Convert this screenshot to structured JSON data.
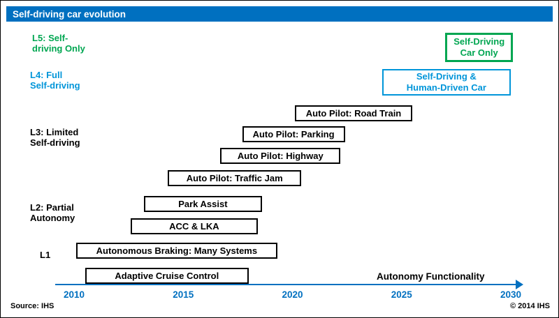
{
  "title": "Self-driving car evolution",
  "footer": {
    "source": "Source: IHS",
    "copyright": "© 2014 IHS"
  },
  "colors": {
    "title_bg": "#0070C0",
    "title_text": "#FFFFFF",
    "accent_blue": "#0095D9",
    "axis_blue": "#0070C0",
    "green": "#00A651",
    "black": "#000000"
  },
  "levels": [
    {
      "id": "L5",
      "label": "L5: Self-driving Only",
      "lines": [
        "L5: Self-",
        "driving Only"
      ],
      "color_key": "green"
    },
    {
      "id": "L4",
      "label": "L4: Full Self-driving",
      "lines": [
        "L4: Full",
        "Self-driving"
      ],
      "color_key": "blue"
    },
    {
      "id": "L3",
      "label": "L3: Limited Self-driving",
      "lines": [
        "L3: Limited",
        "Self-driving"
      ],
      "color_key": "black"
    },
    {
      "id": "L2",
      "label": "L2: Partial Autonomy",
      "lines": [
        "L2: Partial",
        "Autonomy"
      ],
      "color_key": "black"
    },
    {
      "id": "L1",
      "label": "L1",
      "lines": [
        "L1"
      ],
      "color_key": "black"
    }
  ],
  "chart_data": {
    "type": "bar",
    "subtype": "gantt-timeline",
    "title": "Self-driving car evolution",
    "xlabel": "Autonomy Functionality",
    "x_axis": {
      "ticks": [
        2010,
        2015,
        2020,
        2025,
        2030
      ],
      "range": [
        2010,
        2030
      ]
    },
    "bars": [
      {
        "label": "Adaptive Cruise Control",
        "start": 2010.5,
        "end": 2018.0,
        "row": 0,
        "level": "L1",
        "style": "black"
      },
      {
        "label": "Autonomous Braking: Many Systems",
        "start": 2010.1,
        "end": 2019.3,
        "row": 1,
        "level": "L1",
        "style": "black"
      },
      {
        "label": "ACC & LKA",
        "start": 2012.6,
        "end": 2018.4,
        "row": 2,
        "level": "L2",
        "style": "black"
      },
      {
        "label": "Park Assist",
        "start": 2013.2,
        "end": 2018.6,
        "row": 3,
        "level": "L2",
        "style": "black"
      },
      {
        "label": "Auto Pilot: Traffic Jam",
        "start": 2014.3,
        "end": 2020.4,
        "row": 4,
        "level": "L3",
        "style": "black"
      },
      {
        "label": "Auto Pilot: Highway",
        "start": 2016.7,
        "end": 2022.2,
        "row": 5,
        "level": "L3",
        "style": "black"
      },
      {
        "label": "Auto Pilot: Parking",
        "start": 2017.7,
        "end": 2022.4,
        "row": 6,
        "level": "L3",
        "style": "black"
      },
      {
        "label": "Auto Pilot: Road Train",
        "start": 2020.1,
        "end": 2025.5,
        "row": 7,
        "level": "L3",
        "style": "black"
      },
      {
        "label": "Self-Driving & Human-Driven Car",
        "lines": [
          "Self-Driving &",
          "Human-Driven Car"
        ],
        "start": 2024.1,
        "end": 2030.0,
        "row": 8,
        "level": "L4",
        "style": "blue"
      },
      {
        "label": "Self-Driving Car Only",
        "lines": [
          "Self-Driving",
          "Car Only"
        ],
        "start": 2027.0,
        "end": 2030.1,
        "row": 9,
        "level": "L5",
        "style": "green"
      }
    ]
  }
}
